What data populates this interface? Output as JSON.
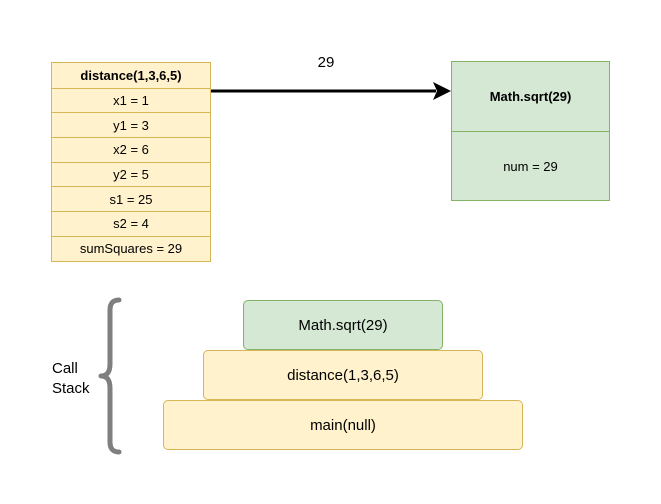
{
  "distance_frame": {
    "header": "distance(1,3,6,5)",
    "variables": [
      "x1 = 1",
      "y1 = 3",
      "x2 = 6",
      "y2 = 5",
      "s1 = 25",
      "s2 = 4",
      "sumSquares = 29"
    ]
  },
  "arrow": {
    "label": "29"
  },
  "sqrt_frame": {
    "header": "Math.sqrt(29)",
    "variable": "num = 29"
  },
  "call_stack": {
    "label_line1": "Call",
    "label_line2": "Stack",
    "frames": [
      "Math.sqrt(29)",
      "distance(1,3,6,5)",
      "main(null)"
    ]
  },
  "colors": {
    "yellow_fill": "#fff2cc",
    "yellow_stroke": "#d6b656",
    "green_fill": "#d5e8d4",
    "green_stroke": "#82b366",
    "brace": "#7f7f7f"
  }
}
